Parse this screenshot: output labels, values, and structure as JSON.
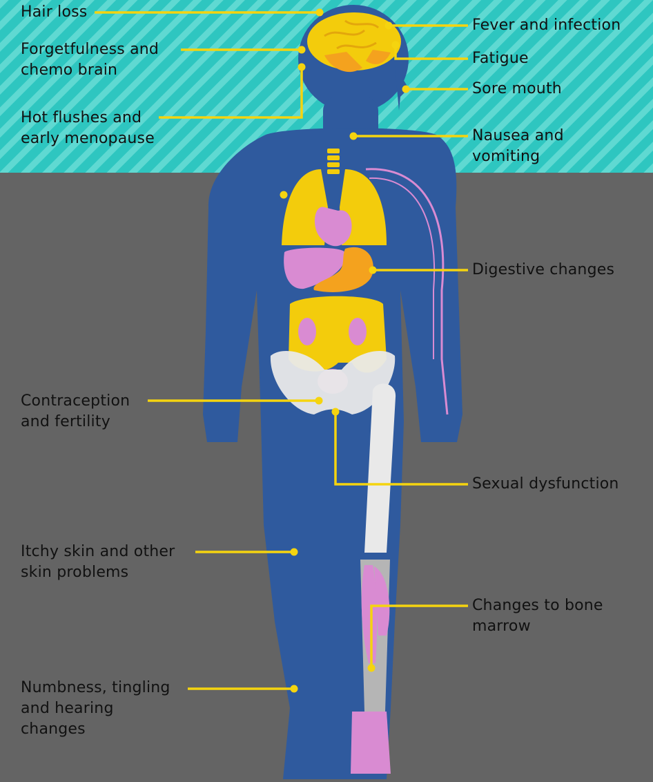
{
  "colors": {
    "band_teal": "#2ec6c0",
    "background_gray": "#646464",
    "body_blue": "#2f5a9e",
    "leader_yellow": "#f5d40f",
    "organ_yellow": "#f3cc0c",
    "organ_pink": "#d98bd2",
    "bone_white": "#e9e9e9"
  },
  "labels": {
    "hair_loss": "Hair loss",
    "forgetfulness_1": "Forgetfulness and",
    "forgetfulness_2": "chemo brain",
    "hot_flushes_1": "Hot flushes and",
    "hot_flushes_2": "early menopause",
    "fever": "Fever and infection",
    "fatigue": "Fatigue",
    "sore_mouth": "Sore mouth",
    "nausea_1": "Nausea and",
    "nausea_2": "vomiting",
    "digestive": "Digestive changes",
    "contraception_1": "Contraception",
    "contraception_2": "and fertility",
    "sexual": "Sexual dysfunction",
    "itchy_1": "Itchy skin and other",
    "itchy_2": "skin problems",
    "bone_marrow_1": "Changes to bone",
    "bone_marrow_2": "marrow",
    "numbness_1": "Numbness, tingling",
    "numbness_2": "and hearing",
    "numbness_3": "changes"
  }
}
